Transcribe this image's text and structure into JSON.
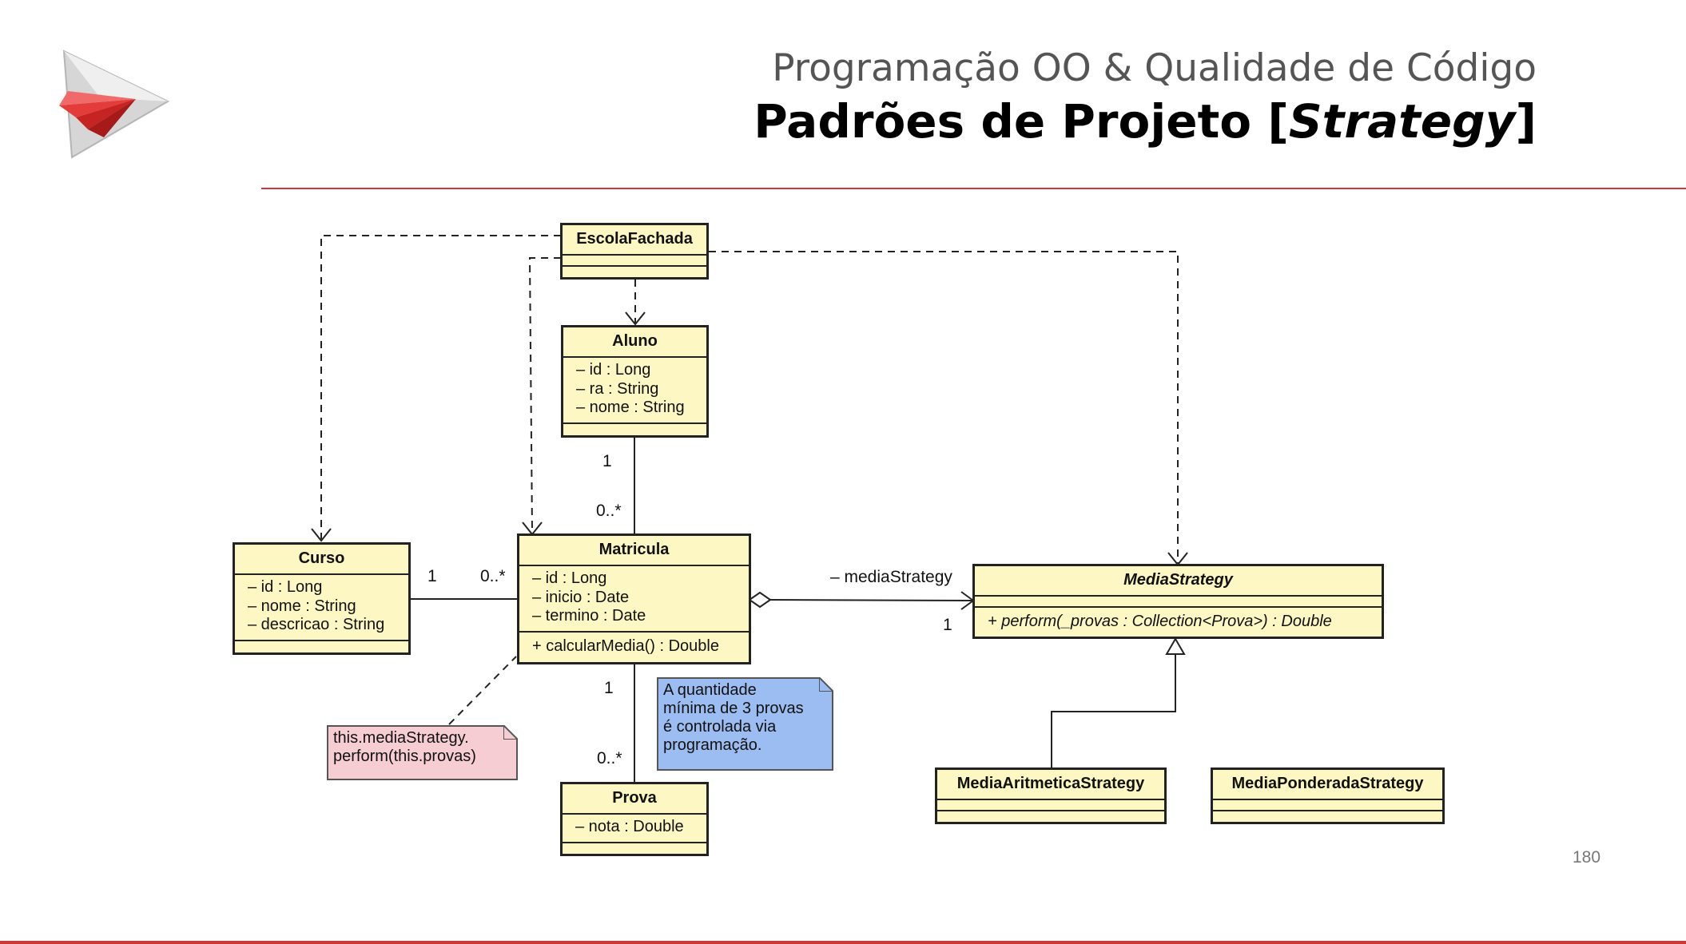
{
  "slide": {
    "subtitle": "Programação OO & Qualidade de Código",
    "title_prefix": "Padrões de  Projeto [",
    "title_emph": "Strategy",
    "title_suffix": "]",
    "page_number": "180",
    "colors": {
      "accent": "#d13636",
      "class_fill": "#fdf7c3",
      "note_pink": "#f5cdd3",
      "note_blue": "#9cbdf1"
    }
  },
  "classes": {
    "escola": {
      "name": "EscolaFachada"
    },
    "aluno": {
      "name": "Aluno",
      "attrs": [
        "– id : Long",
        "– ra : String",
        "– nome : String"
      ]
    },
    "curso": {
      "name": "Curso",
      "attrs": [
        "– id : Long",
        "– nome : String",
        "– descricao : String"
      ]
    },
    "matricula": {
      "name": "Matricula",
      "attrs": [
        "– id : Long",
        "– inicio : Date",
        "– termino : Date"
      ],
      "op": "+ calcularMedia() : Double"
    },
    "prova": {
      "name": "Prova",
      "attrs": [
        "– nota : Double"
      ]
    },
    "media": {
      "name": "MediaStrategy",
      "op": "+ perform(_provas : Collection<Prova>) : Double"
    },
    "aritmetica": {
      "name": "MediaAritmeticaStrategy"
    },
    "ponderada": {
      "name": "MediaPonderadaStrategy"
    }
  },
  "labels": {
    "aluno_mult": "1",
    "matricula_from_aluno_mult": "0..*",
    "curso_mult": "1",
    "matricula_from_curso_mult": "0..*",
    "matricula_to_prova_mult": "1",
    "prova_mult": "0..*",
    "media_role": "– mediaStrategy",
    "media_mult": "1"
  },
  "notes": {
    "pink": [
      "this.mediaStrategy.",
      "perform(this.provas)"
    ],
    "blue": [
      "A quantidade",
      "mínima de 3 provas",
      "é controlada via",
      "programação."
    ]
  }
}
